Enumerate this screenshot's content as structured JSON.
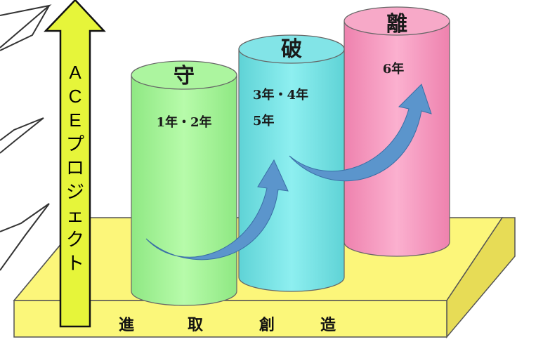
{
  "vertical_arrow": {
    "label_chars": [
      "A",
      "C",
      "E",
      "プ",
      "ロ",
      "ジ",
      "ェ",
      "ク",
      "ト"
    ],
    "fill": "#e6f53a"
  },
  "cylinders": [
    {
      "title": "守",
      "years": [
        "1年・2年"
      ],
      "color": "#a9f59a"
    },
    {
      "title": "破",
      "years": [
        "3年・4年",
        "5年"
      ],
      "color": "#7de6e8"
    },
    {
      "title": "離",
      "years": [
        "6年"
      ],
      "color": "#f59abf"
    }
  ],
  "base": {
    "labels": [
      "進",
      "取",
      "創",
      "造"
    ],
    "fill": "#fbf77a"
  },
  "curved_arrow_color": "#5b95cc"
}
